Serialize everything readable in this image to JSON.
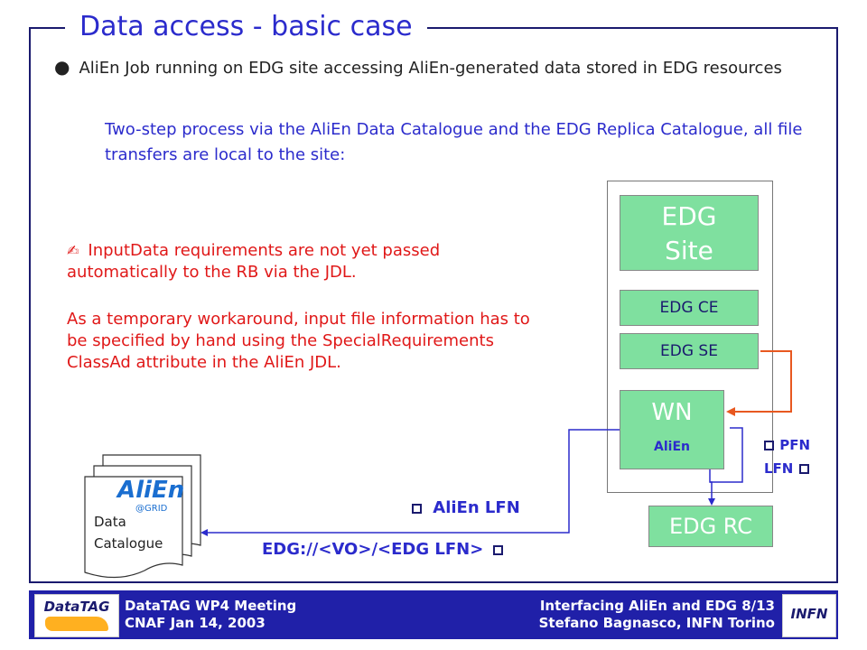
{
  "slide": {
    "title": "Data access - basic case",
    "bullet": "AliEn Job running on EDG site accessing AliEn-generated data stored in EDG resources",
    "subtext": "Two-step process via the AliEn Data Catalogue and the EDG Replica Catalogue, all file transfers are local to the site:",
    "note_para1": "InputData requirements are not yet passed automatically to the RB via the JDL.",
    "note_para2": "As a temporary workaround, input file information has to be specified by hand using the SpecialRequirements ClassAd attribute in the AliEn JDL."
  },
  "diagram": {
    "edg_site_line1": "EDG",
    "edg_site_line2": "Site",
    "edg_ce": "EDG CE",
    "edg_se": "EDG SE",
    "wn": "WN",
    "wn_sub": "AliEn",
    "edg_rc": "EDG RC",
    "pfn": "PFN",
    "lfn": "LFN",
    "alien_lfn": "AliEn LFN",
    "edg_url": "EDG://<VO>/<EDG LFN>",
    "catalogue_line1": "Data",
    "catalogue_line2": "Catalogue",
    "alien_logo": "AliEn",
    "alien_logo_sub": "@GRID"
  },
  "footer": {
    "left_line1": "DataTAG WP4 Meeting",
    "left_line2": "CNAF Jan 14, 2003",
    "right_line1": "Interfacing AliEn and EDG 8/13",
    "right_line2": "Stefano Bagnasco, INFN Torino",
    "logo_left": "DataTAG",
    "logo_right": "INFN"
  },
  "colors": {
    "title_blue": "#2b2bcc",
    "note_red": "#e01818",
    "box_green": "#7fe09f",
    "arrow_orange": "#e85820",
    "footer_blue": "#2020a8"
  }
}
